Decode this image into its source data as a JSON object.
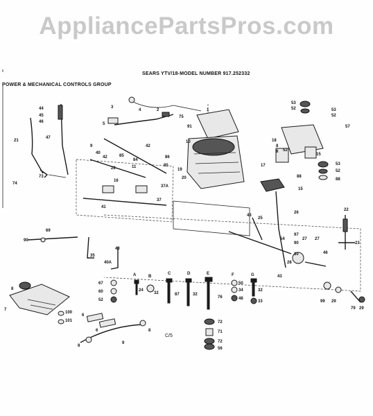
{
  "watermark": "AppliancePartsPros.com",
  "header": {
    "model": "SEARS YTV/18-MODEL NUMBER 917.252332",
    "group": "POWER & MECHANICAL CONTROLS GROUP"
  },
  "page_code": "C/5",
  "callouts": [
    {
      "id": "c44",
      "text": "44"
    },
    {
      "id": "c45",
      "text": "45"
    },
    {
      "id": "c46",
      "text": "46"
    },
    {
      "id": "c21",
      "text": "21"
    },
    {
      "id": "c47",
      "text": "47"
    },
    {
      "id": "c73",
      "text": "73"
    },
    {
      "id": "c74",
      "text": "74"
    },
    {
      "id": "c3",
      "text": "3"
    },
    {
      "id": "c4",
      "text": "4"
    },
    {
      "id": "c2",
      "text": "2"
    },
    {
      "id": "c75",
      "text": "75"
    },
    {
      "id": "c1",
      "text": "1"
    },
    {
      "id": "c5",
      "text": "5"
    },
    {
      "id": "c91",
      "text": "91"
    },
    {
      "id": "c10",
      "text": "10"
    },
    {
      "id": "c53a",
      "text": "53"
    },
    {
      "id": "c52a",
      "text": "52"
    },
    {
      "id": "c53b",
      "text": "53"
    },
    {
      "id": "c52b",
      "text": "52"
    },
    {
      "id": "c57",
      "text": "57"
    },
    {
      "id": "c18",
      "text": "18"
    },
    {
      "id": "c8a",
      "text": "8"
    },
    {
      "id": "c8b",
      "text": "8"
    },
    {
      "id": "c52c",
      "text": "52"
    },
    {
      "id": "c15",
      "text": "15"
    },
    {
      "id": "c17",
      "text": "17"
    },
    {
      "id": "c88a",
      "text": "88"
    },
    {
      "id": "c53c",
      "text": "53"
    },
    {
      "id": "c52d",
      "text": "52"
    },
    {
      "id": "c88b",
      "text": "88"
    },
    {
      "id": "c9",
      "text": "9"
    },
    {
      "id": "c40",
      "text": "40"
    },
    {
      "id": "c42a",
      "text": "42"
    },
    {
      "id": "c42b",
      "text": "42"
    },
    {
      "id": "c85a",
      "text": "85"
    },
    {
      "id": "c22",
      "text": "22"
    },
    {
      "id": "c84",
      "text": "84"
    },
    {
      "id": "c11",
      "text": "11"
    },
    {
      "id": "c86",
      "text": "86"
    },
    {
      "id": "c85b",
      "text": "85"
    },
    {
      "id": "c19",
      "text": "19"
    },
    {
      "id": "c20",
      "text": "20"
    },
    {
      "id": "c37a",
      "text": "37A"
    },
    {
      "id": "c37",
      "text": "37"
    },
    {
      "id": "c16",
      "text": "16"
    },
    {
      "id": "c41",
      "text": "41"
    },
    {
      "id": "c15b",
      "text": "15"
    },
    {
      "id": "c26",
      "text": "26"
    },
    {
      "id": "c22b",
      "text": "22"
    },
    {
      "id": "c43a",
      "text": "43"
    },
    {
      "id": "c25",
      "text": "25"
    },
    {
      "id": "c69",
      "text": "69"
    },
    {
      "id": "c90",
      "text": "90"
    },
    {
      "id": "c35",
      "text": "35"
    },
    {
      "id": "c43b",
      "text": "43"
    },
    {
      "id": "c40a",
      "text": "40A"
    },
    {
      "id": "c97",
      "text": "97"
    },
    {
      "id": "c54",
      "text": "54"
    },
    {
      "id": "c90b",
      "text": "90"
    },
    {
      "id": "c27a",
      "text": "27"
    },
    {
      "id": "c27b",
      "text": "27"
    },
    {
      "id": "c23",
      "text": "23"
    },
    {
      "id": "c46b",
      "text": "46"
    },
    {
      "id": "c28",
      "text": "28"
    },
    {
      "id": "c30",
      "text": "30"
    },
    {
      "id": "c43c",
      "text": "43"
    },
    {
      "id": "cA",
      "text": "A"
    },
    {
      "id": "c24",
      "text": "24"
    },
    {
      "id": "cB",
      "text": "B"
    },
    {
      "id": "c32a",
      "text": "32"
    },
    {
      "id": "cC",
      "text": "C"
    },
    {
      "id": "c87",
      "text": "87"
    },
    {
      "id": "cD",
      "text": "D"
    },
    {
      "id": "c32b",
      "text": "32"
    },
    {
      "id": "cE",
      "text": "E"
    },
    {
      "id": "c76",
      "text": "76"
    },
    {
      "id": "cF",
      "text": "F"
    },
    {
      "id": "c50",
      "text": "50"
    },
    {
      "id": "c34",
      "text": "34"
    },
    {
      "id": "c48",
      "text": "48"
    },
    {
      "id": "cG",
      "text": "G"
    },
    {
      "id": "c32c",
      "text": "32"
    },
    {
      "id": "c33",
      "text": "33"
    },
    {
      "id": "c67",
      "text": "67"
    },
    {
      "id": "c60",
      "text": "60"
    },
    {
      "id": "c52e",
      "text": "52"
    },
    {
      "id": "c72a",
      "text": "72"
    },
    {
      "id": "c71",
      "text": "71"
    },
    {
      "id": "c72b",
      "text": "72"
    },
    {
      "id": "c56",
      "text": "56"
    },
    {
      "id": "c99",
      "text": "99"
    },
    {
      "id": "c29a",
      "text": "29"
    },
    {
      "id": "c79",
      "text": "79"
    },
    {
      "id": "c29b",
      "text": "29"
    },
    {
      "id": "c8c",
      "text": "8"
    },
    {
      "id": "c7",
      "text": "7"
    },
    {
      "id": "c100",
      "text": "100"
    },
    {
      "id": "c101",
      "text": "101"
    },
    {
      "id": "c6a",
      "text": "6"
    },
    {
      "id": "c9b",
      "text": "9"
    },
    {
      "id": "c8d",
      "text": "8"
    },
    {
      "id": "c6b",
      "text": "6"
    },
    {
      "id": "c8e",
      "text": "8"
    }
  ]
}
